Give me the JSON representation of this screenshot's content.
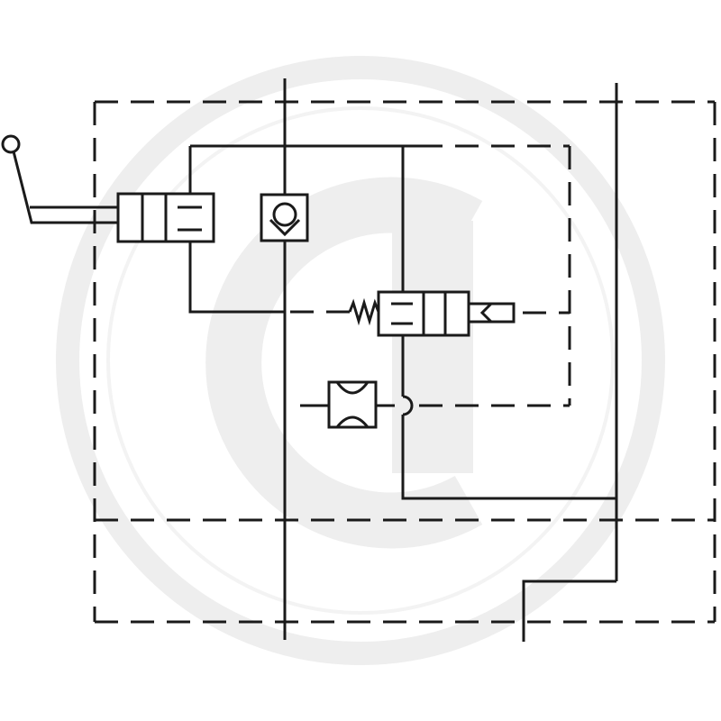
{
  "diagram": {
    "kind": "hydraulic-schematic",
    "colors": {
      "line": "#1a1a1a",
      "background": "#ffffff",
      "watermark": "#eeeeee"
    },
    "components": [
      "manual-lever",
      "directional-valve",
      "check-valve",
      "pressure-valve-with-spring",
      "throttle-restrictor",
      "pipe-crossover"
    ],
    "watermark": "logo"
  }
}
